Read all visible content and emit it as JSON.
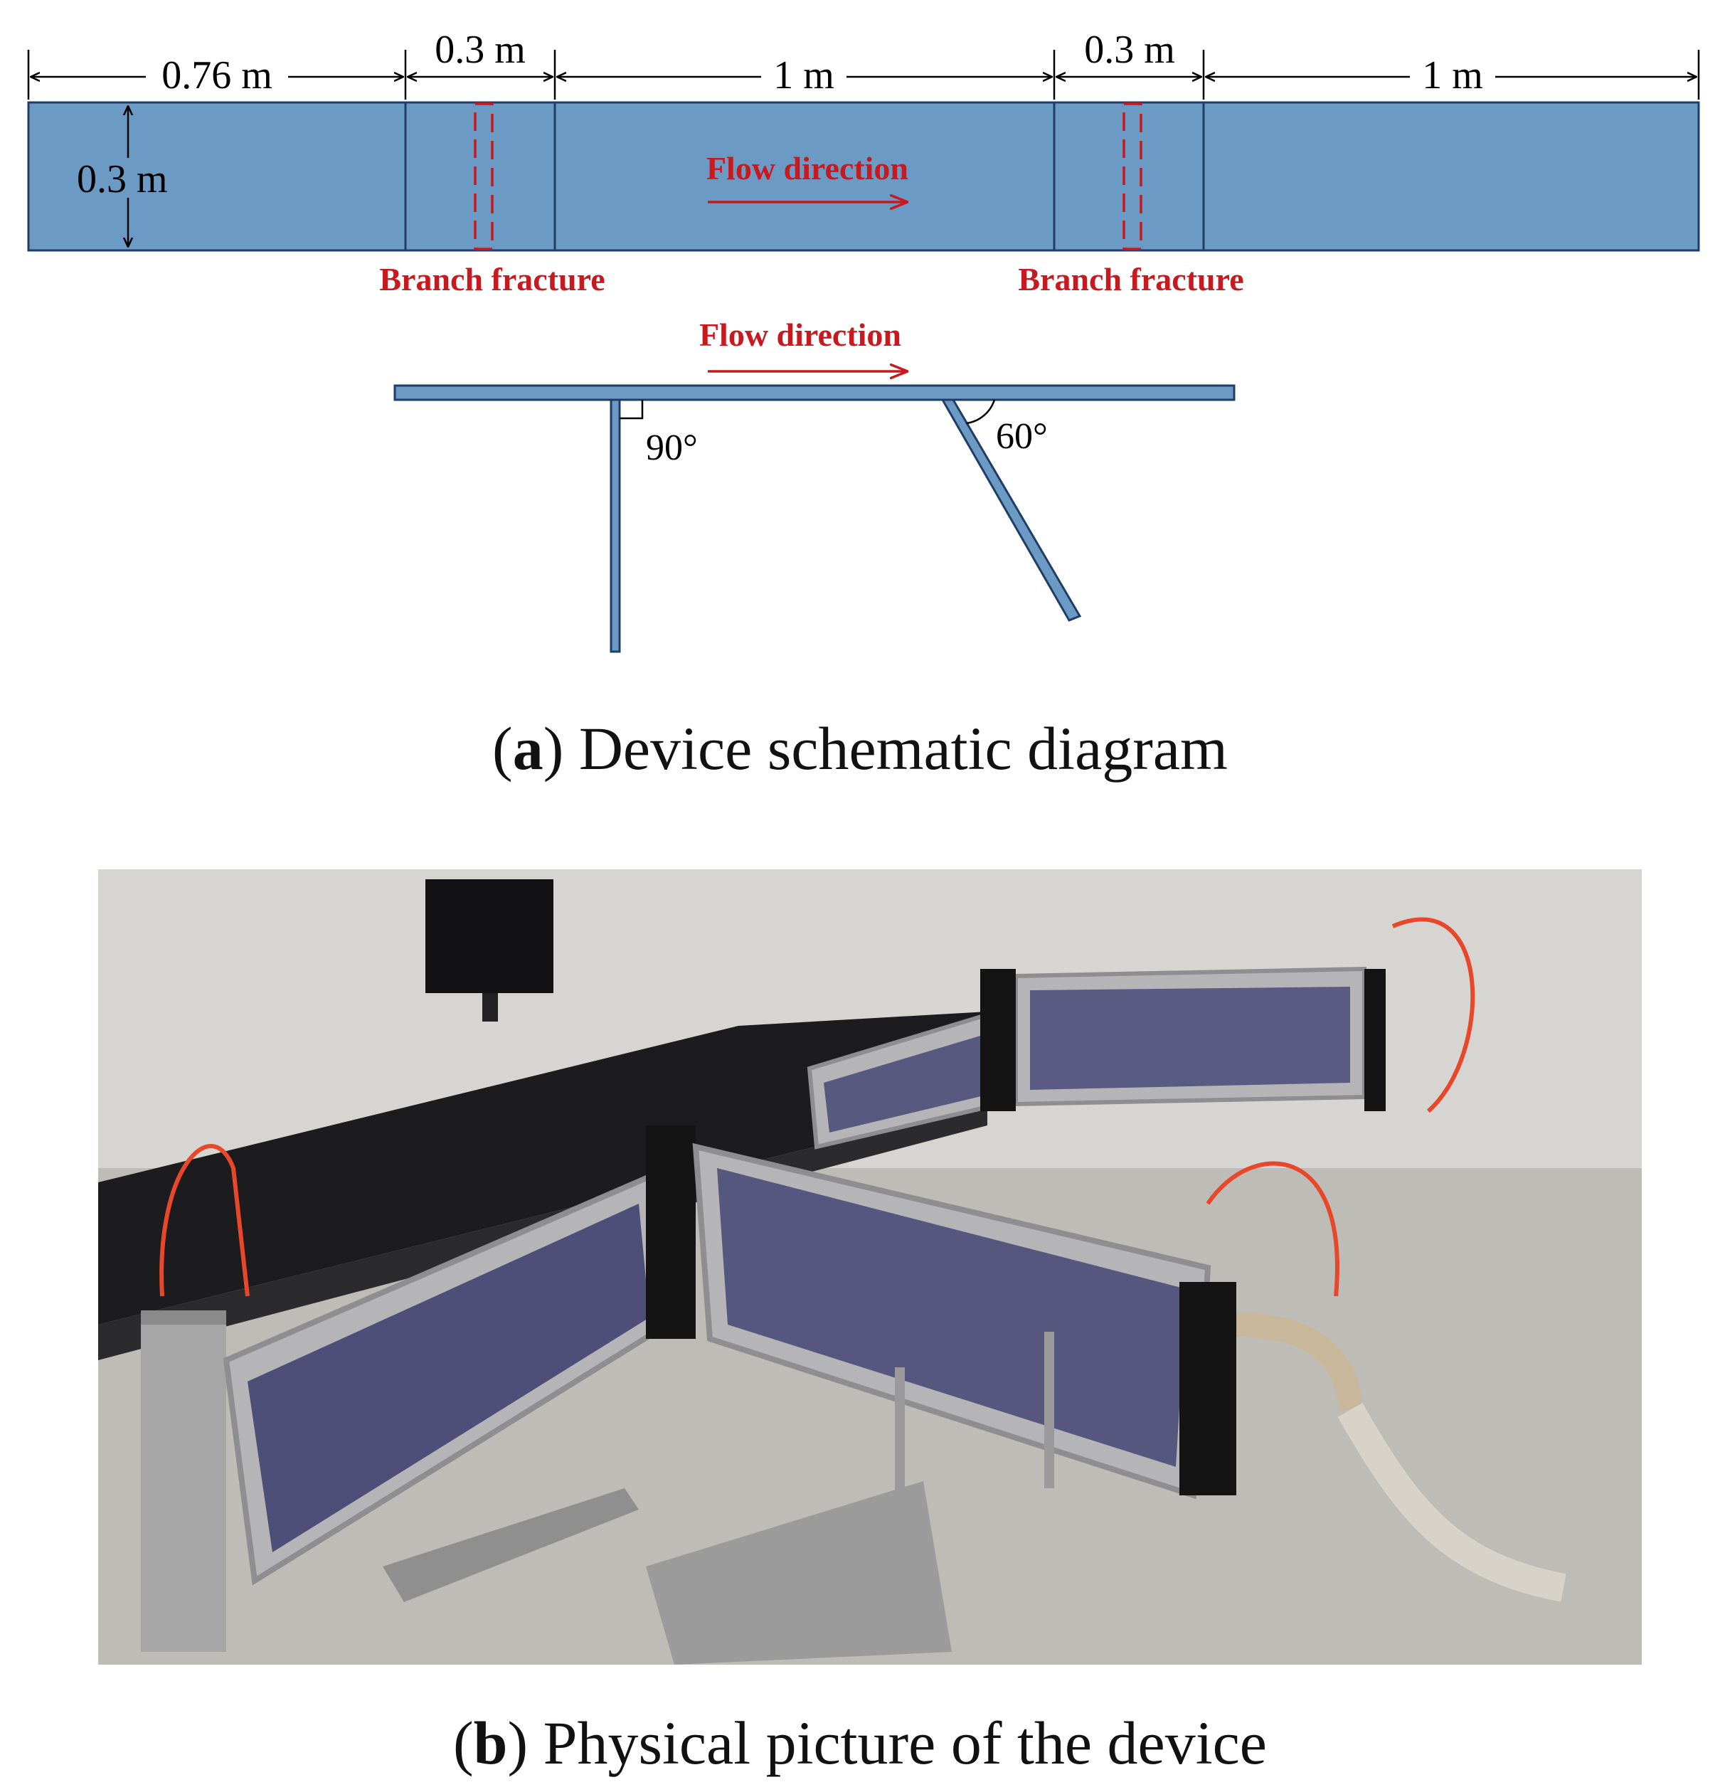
{
  "schematic": {
    "dimensions": {
      "seg1": "0.76 m",
      "seg2": "0.3 m",
      "seg3": "1 m",
      "seg4": "0.3 m",
      "seg5": "1 m",
      "height": "0.3 m"
    },
    "flow_direction_top": "Flow direction",
    "branch_fracture_1": "Branch fracture",
    "branch_fracture_2": "Branch fracture",
    "flow_direction_side": "Flow direction",
    "angle_1": "90°",
    "angle_2": "60°",
    "colors": {
      "channel_fill": "#6b9ac4",
      "outline": "#1f3d66",
      "red": "#c8191e"
    }
  },
  "caption_a": {
    "letter": "a",
    "text": "Device schematic diagram"
  },
  "caption_b": {
    "letter": "b",
    "text": "Physical picture of the device"
  }
}
